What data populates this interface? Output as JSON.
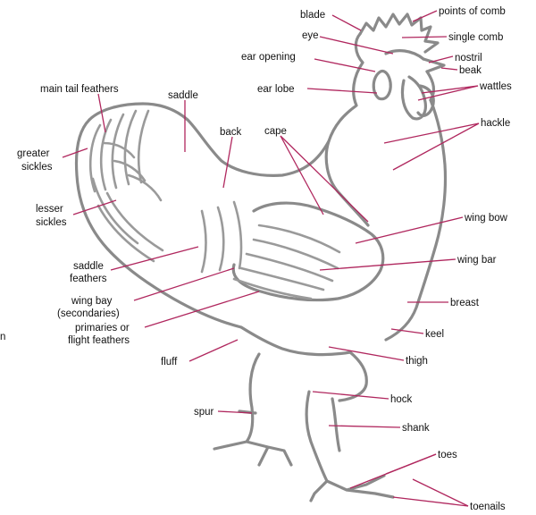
{
  "labels": {
    "blade": "blade",
    "points_of_comb": "points of comb",
    "eye": "eye",
    "single_comb": "single comb",
    "ear_opening": "ear opening",
    "nostril": "nostril",
    "beak": "beak",
    "ear_lobe": "ear lobe",
    "wattles": "wattles",
    "main_tail_feathers": "main tail feathers",
    "saddle": "saddle",
    "back": "back",
    "cape": "cape",
    "hackle": "hackle",
    "greater_sickles_1": "greater",
    "greater_sickles_2": "sickles",
    "lesser_sickles_1": "lesser",
    "lesser_sickles_2": "sickles",
    "wing_bow": "wing bow",
    "wing_bar": "wing bar",
    "saddle_feathers_1": "saddle",
    "saddle_feathers_2": "feathers",
    "wing_bay_1": "wing bay",
    "wing_bay_2": "(secondaries)",
    "breast": "breast",
    "primaries_1": "primaries or",
    "primaries_2": "flight feathers",
    "keel": "keel",
    "fluff": "fluff",
    "thigh": "thigh",
    "hock": "hock",
    "spur": "spur",
    "shank": "shank",
    "toes": "toes",
    "toenails": "toenails",
    "stray": "n"
  },
  "colors": {
    "leader": "#b0275e",
    "outline": "#8a8a8a",
    "text": "#111111"
  }
}
